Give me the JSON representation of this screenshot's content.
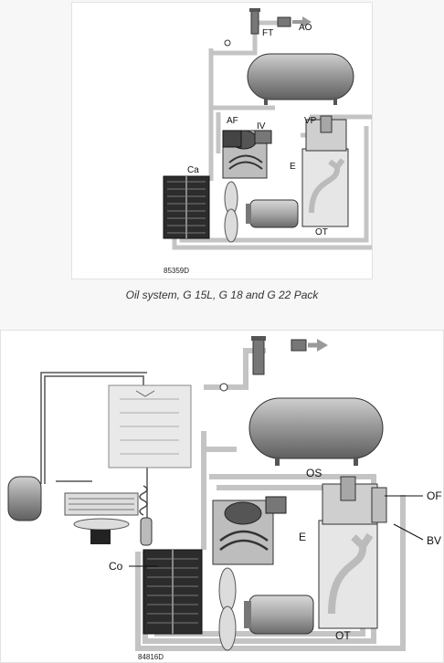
{
  "top_figure": {
    "caption": "Oil system, G 15L, G 18 and G 22 Pack",
    "code": "85359D",
    "labels": {
      "ft": "FT",
      "ao": "AO",
      "af": "AF",
      "iv": "IV",
      "vp": "VP",
      "ca": "Ca",
      "e": "E",
      "ot": "OT"
    }
  },
  "bottom_figure": {
    "code": "84816D",
    "labels": {
      "os": "OS",
      "of": "OF",
      "bv": "BV",
      "e": "E",
      "co": "Co",
      "ot": "OT"
    }
  },
  "colors": {
    "pipe": "#c4c4c4",
    "tank": "#8f8f8f",
    "panel_bg": "#ffffff",
    "page_bg": "#f7f7f7"
  }
}
